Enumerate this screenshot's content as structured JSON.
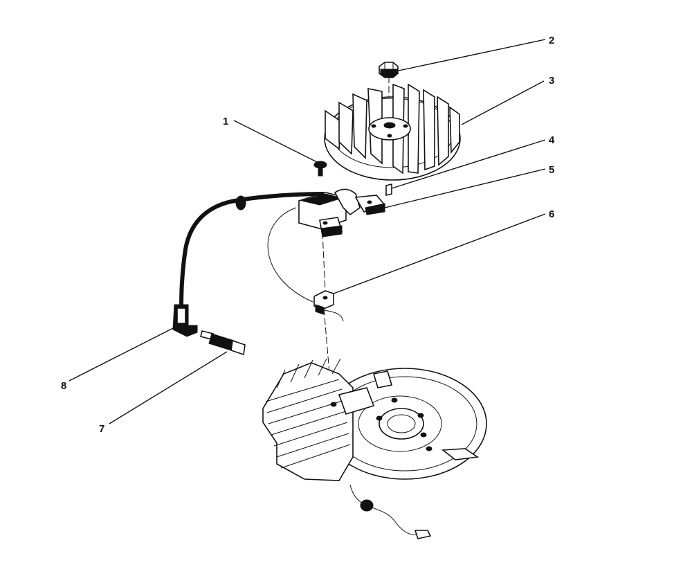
{
  "diagram": {
    "callouts": [
      {
        "id": "1",
        "label": "1"
      },
      {
        "id": "2",
        "label": "2"
      },
      {
        "id": "3",
        "label": "3"
      },
      {
        "id": "4",
        "label": "4"
      },
      {
        "id": "5",
        "label": "5"
      },
      {
        "id": "6",
        "label": "6"
      },
      {
        "id": "7",
        "label": "7"
      },
      {
        "id": "8",
        "label": "8"
      }
    ],
    "colors": {
      "ink": "#111111",
      "paper": "#ffffff"
    }
  }
}
